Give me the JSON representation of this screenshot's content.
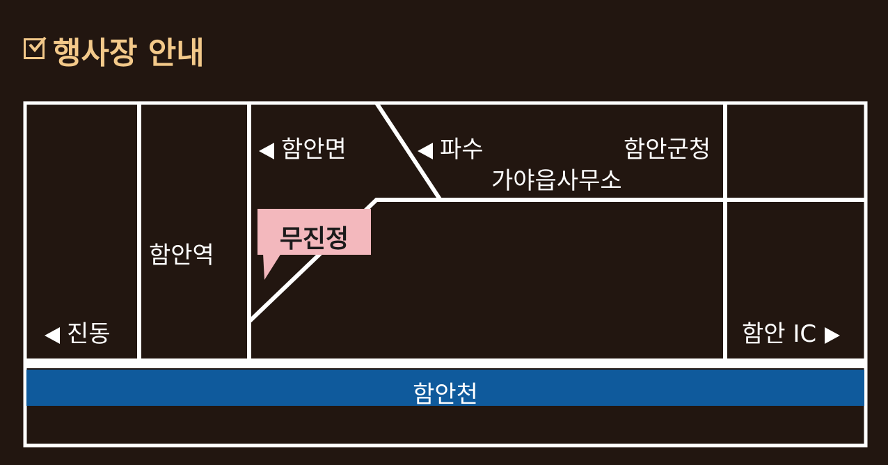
{
  "title": "행사장 안내",
  "title_icon": "checkbox-icon",
  "colors": {
    "background": "#221610",
    "title": "#f3c98a",
    "road": "#ffffff",
    "river": "#0f5a9c",
    "venue": "#f3b8bd"
  },
  "labels": {
    "haman_myeon": "함안면",
    "pasu": "파수",
    "gaya_office": "가야읍사무소",
    "county_office": "함안군청",
    "station": "함안역",
    "jindong": "진동",
    "haman_ic": "함안 IC",
    "river": "함안천",
    "venue": "무진정"
  }
}
